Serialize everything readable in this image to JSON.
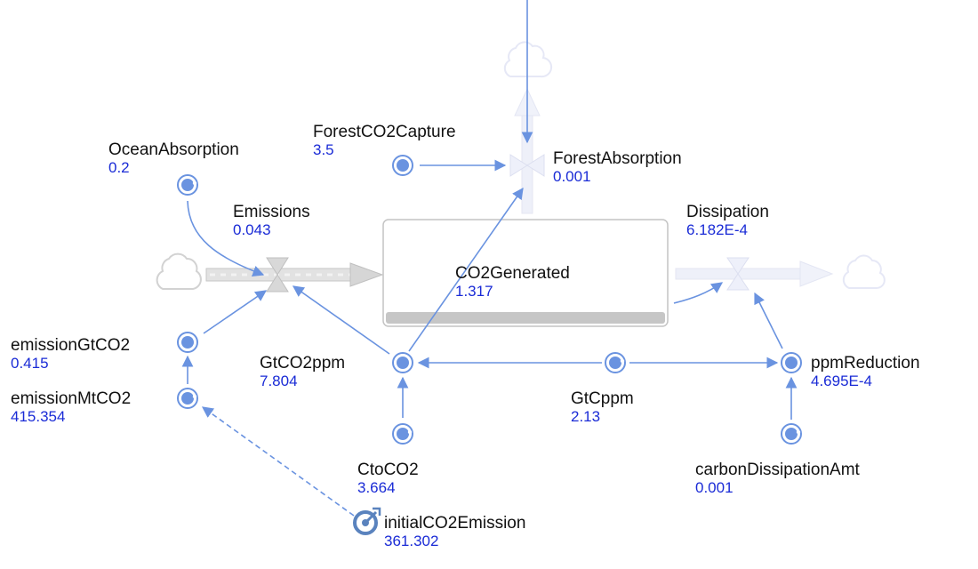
{
  "nodes": {
    "stock": {
      "name": "CO2Generated",
      "value": "1.317"
    },
    "emissions": {
      "name": "Emissions",
      "value": "0.043"
    },
    "forest_absorption": {
      "name": "ForestAbsorption",
      "value": "0.001"
    },
    "dissipation": {
      "name": "Dissipation",
      "value": "6.182E-4"
    },
    "ocean_absorption": {
      "name": "OceanAbsorption",
      "value": "0.2"
    },
    "forest_co2_capture": {
      "name": "ForestCO2Capture",
      "value": "3.5"
    },
    "emission_gt_co2": {
      "name": "emissionGtCO2",
      "value": "0.415"
    },
    "emission_mt_co2": {
      "name": "emissionMtCO2",
      "value": "415.354"
    },
    "gt_co2_ppm": {
      "name": "GtCO2ppm",
      "value": "7.804"
    },
    "gt_c_ppm": {
      "name": "GtCppm",
      "value": "2.13"
    },
    "ppm_reduction": {
      "name": "ppmReduction",
      "value": "4.695E-4"
    },
    "c_to_co2": {
      "name": "CtoCO2",
      "value": "3.664"
    },
    "carbon_dissipation_amt": {
      "name": "carbonDissipationAmt",
      "value": "0.001"
    },
    "initial_co2_emission": {
      "name": "initialCO2Emission",
      "value": "361.302"
    }
  },
  "colors": {
    "link": "#6a93e0",
    "variable": "#6a93e0",
    "value_text": "#1a2bd6",
    "stock_border": "#c4c4c4",
    "stock_bar": "#c6c6c6",
    "flow_active": "#c9c9c9",
    "flow_faded": "#e6e8f6"
  },
  "icons": {
    "source_cloud": "cloud-icon",
    "sink_cloud": "cloud-icon",
    "flow_valve": "valve-icon",
    "variable": "auxiliary-variable-icon",
    "constant": "constant-icon",
    "initial_value": "initial-value-icon"
  }
}
